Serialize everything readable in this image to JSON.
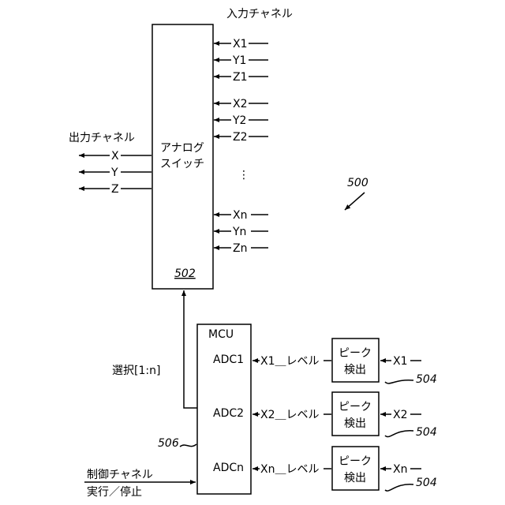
{
  "input_channels": {
    "title": "入力チャネル",
    "labels": [
      "X1",
      "Y1",
      "Z1",
      "X2",
      "Y2",
      "Z2",
      "Xn",
      "Yn",
      "Zn"
    ],
    "ellipsis": "⋮"
  },
  "output_channels": {
    "title": "出力チャネル",
    "labels": [
      "X",
      "Y",
      "Z"
    ]
  },
  "analog_switch": {
    "label_line1": "アナログ",
    "label_line2": "スイッチ",
    "ref": "502"
  },
  "figure_ref": "500",
  "select_label": "選択[1:n]",
  "mcu": {
    "title": "MCU",
    "ports": [
      "ADC1",
      "ADC2",
      "ADCn"
    ],
    "ref": "506"
  },
  "level_signals": [
    "X1＿レベル",
    "X2＿レベル",
    "Xn＿レベル"
  ],
  "peak_detectors": {
    "label_line1": "ピーク",
    "label_line2": "検出",
    "inputs": [
      "X1",
      "X2",
      "Xn"
    ],
    "ref": "504"
  },
  "control": {
    "line1": "制御チャネル",
    "line2": "実行／停止"
  }
}
